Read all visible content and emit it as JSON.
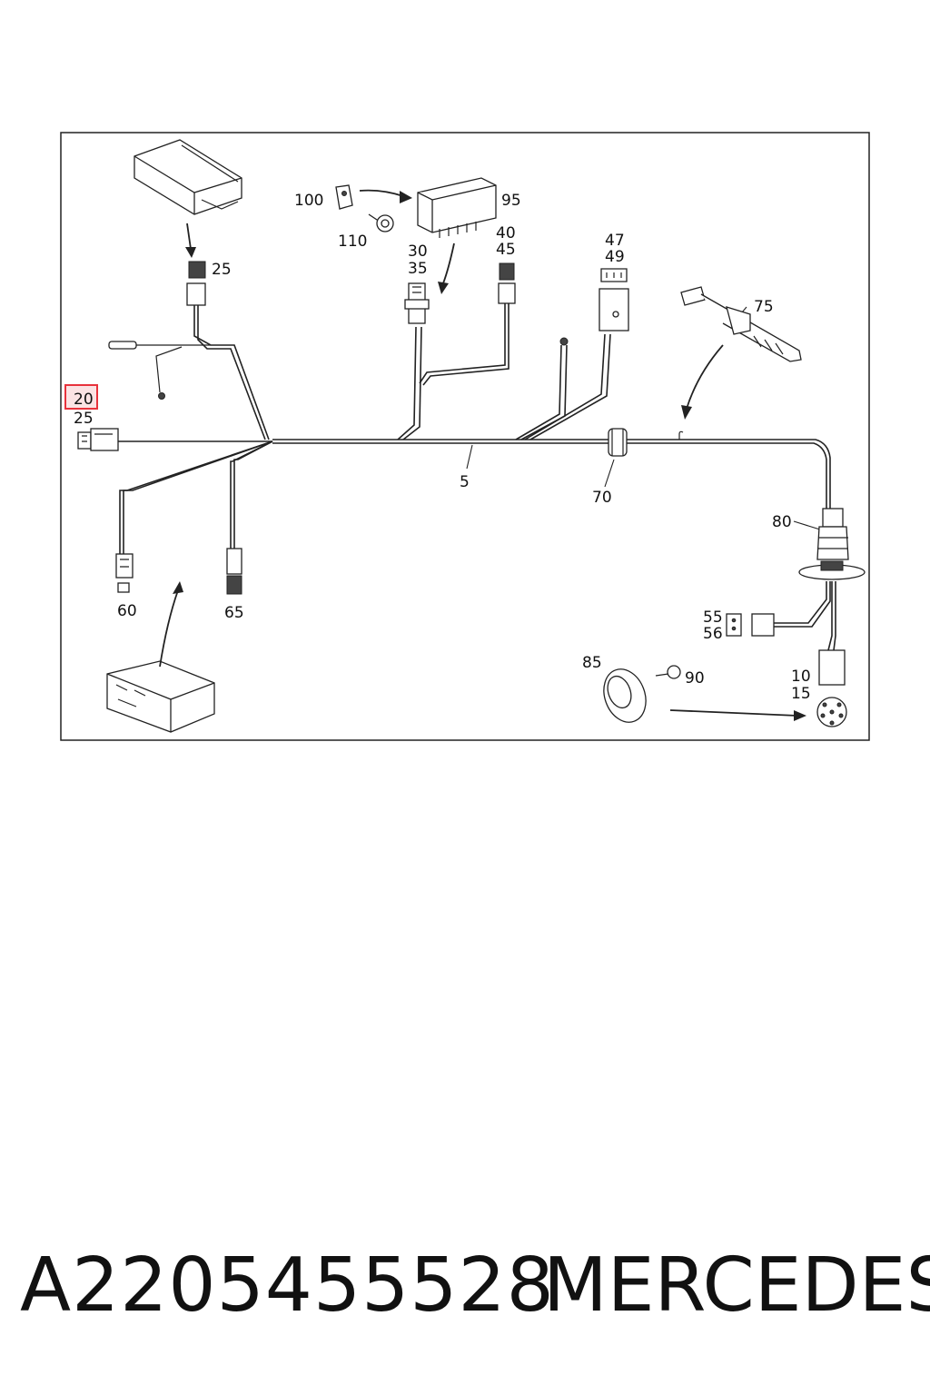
{
  "diagram": {
    "callouts": {
      "c100": "100",
      "c95": "95",
      "c110": "110",
      "c25_top": "25",
      "c30": "30",
      "c35": "35",
      "c40": "40",
      "c45": "45",
      "c47": "47",
      "c49": "49",
      "c75": "75",
      "c20": "20",
      "c25_left": "25",
      "c5": "5",
      "c70": "70",
      "c80": "80",
      "c60": "60",
      "c65": "65",
      "c55": "55",
      "c56": "56",
      "c85": "85",
      "c90": "90",
      "c10": "10",
      "c15": "15"
    },
    "highlight_color": "#e8323c"
  },
  "footer": {
    "part_number": "A2205455528",
    "brand": "MERCEDES"
  }
}
